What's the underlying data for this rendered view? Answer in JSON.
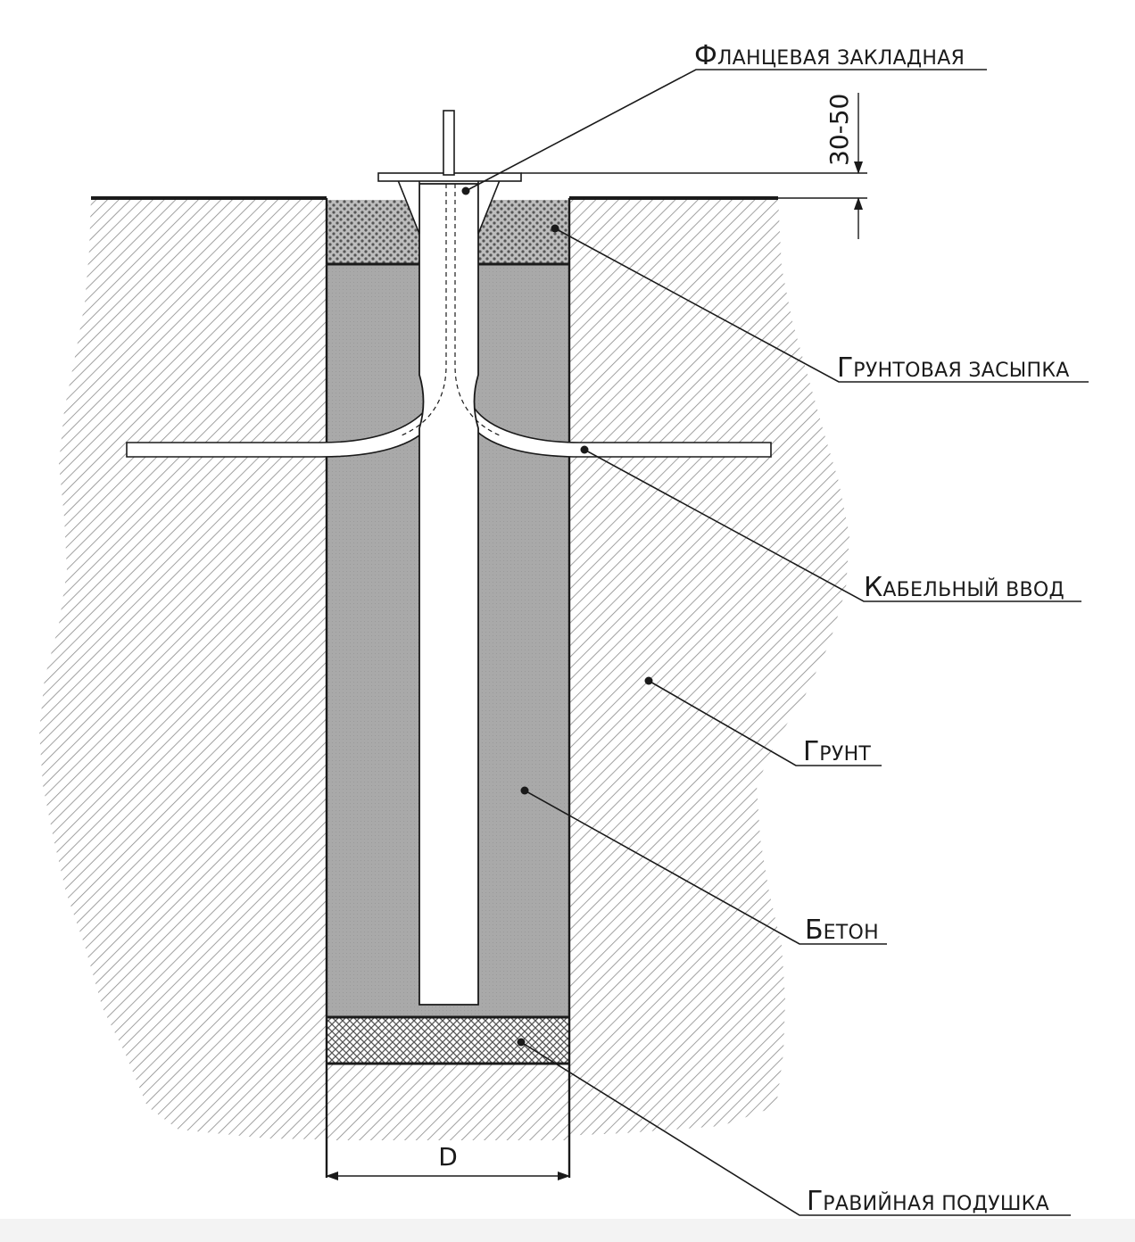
{
  "labels": {
    "flange": {
      "cap": "Ф",
      "rest": "ЛАНЦЕВАЯ ЗАКЛАДНАЯ"
    },
    "backfill": {
      "cap": "Г",
      "rest": "РУНТОВАЯ ЗАСЫПКА"
    },
    "cable": {
      "cap": "К",
      "rest": "АБЕЛЬНЫЙ ВВОД"
    },
    "soil": {
      "cap": "Г",
      "rest": "РУНТ"
    },
    "concrete": {
      "cap": "Б",
      "rest": "ЕТОН"
    },
    "gravel": {
      "cap": "Г",
      "rest": "РАВИЙНАЯ ПОДУШКА"
    }
  },
  "dimensions": {
    "height": "30-50",
    "diameter": "D"
  },
  "colors": {
    "line": "#1a1a1a",
    "concrete": "#a8a8a8",
    "hatch": "#8a8a8a",
    "background": "#ffffff"
  }
}
